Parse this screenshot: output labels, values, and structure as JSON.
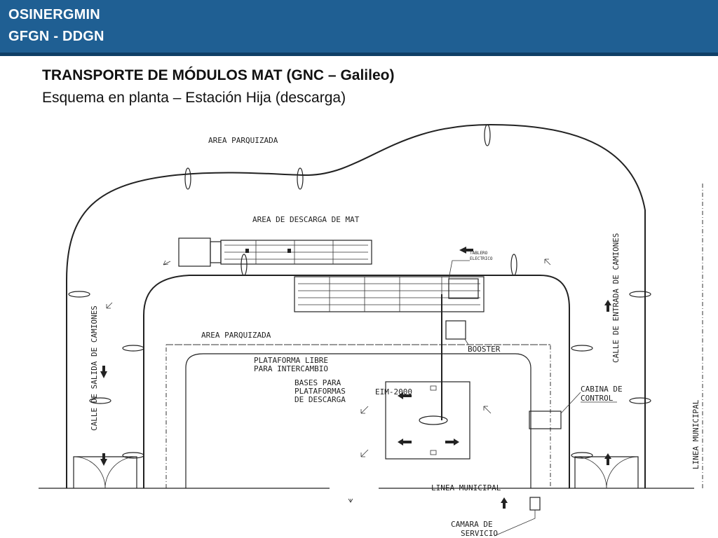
{
  "header": {
    "org_line1": "OSINERGMIN",
    "org_line2": "GFGN - DDGN",
    "background_color": "#1f5f93"
  },
  "slide": {
    "title": "TRANSPORTE DE MÓDULOS MAT (GNC – Galileo)",
    "subtitle": "Esquema en planta – Estación Hija (descarga)"
  },
  "diagram": {
    "labels": {
      "area_parquizada_top": "AREA PARQUIZADA",
      "area_descarga": "AREA DE DESCARGA DE MAT",
      "tablero_line1": "TABLERO",
      "tablero_line2": "ELECTRICO",
      "calle_entrada": "CALLE DE ENTRADA DE CAMIONES",
      "calle_salida": "CALLE DE SALIDA DE CAMIONES",
      "area_parquizada_mid": "AREA PARQUIZADA",
      "booster": "BOOSTER",
      "plataforma_line1": "PLATAFORMA LIBRE",
      "plataforma_line2": "PARA INTERCAMBIO",
      "bases_line1": "BASES PARA",
      "bases_line2": "PLATAFORMAS",
      "bases_line3": "DE DESCARGA",
      "eim": "EIM-2000",
      "cabina_line1": "CABINA DE",
      "cabina_line2": "CONTROL",
      "linea_municipal_bottom": "LINEA MUNICIPAL",
      "linea_municipal_right": "LINEA MUNICIPAL",
      "camara_line1": "CAMARA DE",
      "camara_line2": "SERVICIO"
    }
  }
}
